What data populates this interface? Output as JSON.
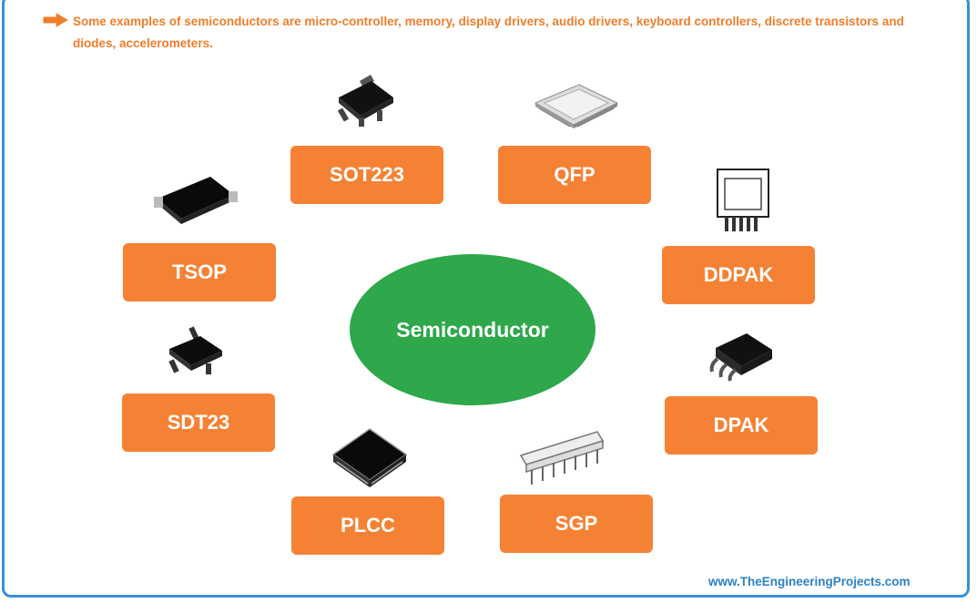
{
  "intro_text": "Some examples of semiconductors are micro-controller, memory, display drivers, audio drivers, keyboard controllers, discrete transistors and diodes, accelerometers.",
  "center_label": "Semiconductor",
  "packages": {
    "sot223": "SOT223",
    "qfp": "QFP",
    "tsop": "TSOP",
    "ddpak": "DDPAK",
    "sdt23": "SDT23",
    "dpak": "DPAK",
    "plcc": "PLCC",
    "sgp": "SGP"
  },
  "website": "www.TheEngineeringProjects.com",
  "colors": {
    "accent": "#f58234",
    "center": "#2ea84a",
    "frame": "#3a8fd6",
    "link": "#2b80c9"
  }
}
